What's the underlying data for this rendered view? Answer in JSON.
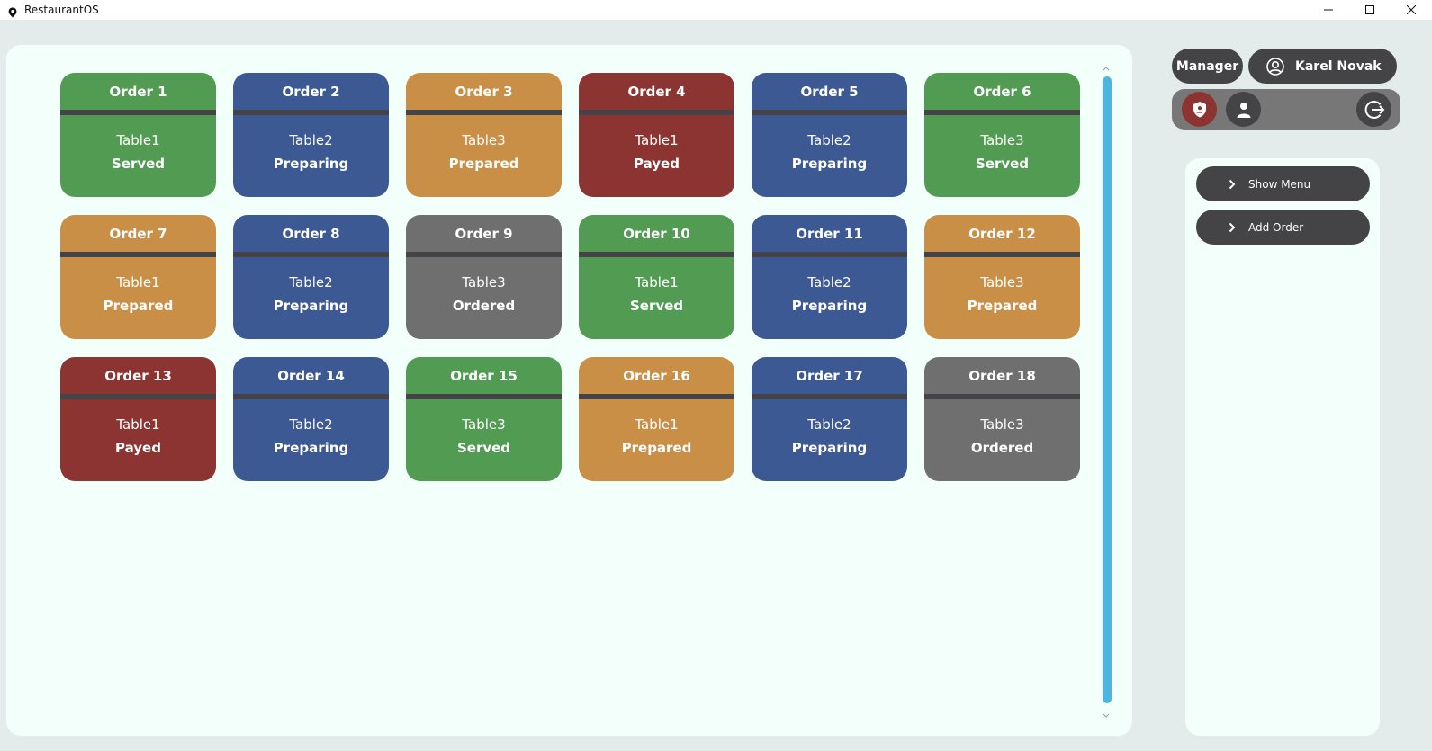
{
  "window": {
    "title": "RestaurantOS"
  },
  "user": {
    "role": "Manager",
    "name": "Karel Novak"
  },
  "actions": {
    "show_menu": "Show Menu",
    "add_order": "Add Order"
  },
  "colors": {
    "Served": "#519b52",
    "Preparing": "#3d5993",
    "Prepared": "#c98f47",
    "Payed": "#8b3432",
    "Ordered": "#6f6f6f"
  },
  "orders": [
    {
      "title": "Order 1",
      "table": "Table1",
      "status": "Served"
    },
    {
      "title": "Order 2",
      "table": "Table2",
      "status": "Preparing"
    },
    {
      "title": "Order 3",
      "table": "Table3",
      "status": "Prepared"
    },
    {
      "title": "Order 4",
      "table": "Table1",
      "status": "Payed"
    },
    {
      "title": "Order 5",
      "table": "Table2",
      "status": "Preparing"
    },
    {
      "title": "Order 6",
      "table": "Table3",
      "status": "Served"
    },
    {
      "title": "Order 7",
      "table": "Table1",
      "status": "Prepared"
    },
    {
      "title": "Order 8",
      "table": "Table2",
      "status": "Preparing"
    },
    {
      "title": "Order 9",
      "table": "Table3",
      "status": "Ordered"
    },
    {
      "title": "Order 10",
      "table": "Table1",
      "status": "Served"
    },
    {
      "title": "Order 11",
      "table": "Table2",
      "status": "Preparing"
    },
    {
      "title": "Order 12",
      "table": "Table3",
      "status": "Prepared"
    },
    {
      "title": "Order 13",
      "table": "Table1",
      "status": "Payed"
    },
    {
      "title": "Order 14",
      "table": "Table2",
      "status": "Preparing"
    },
    {
      "title": "Order 15",
      "table": "Table3",
      "status": "Served"
    },
    {
      "title": "Order 16",
      "table": "Table1",
      "status": "Prepared"
    },
    {
      "title": "Order 17",
      "table": "Table2",
      "status": "Preparing"
    },
    {
      "title": "Order 18",
      "table": "Table3",
      "status": "Ordered"
    }
  ]
}
